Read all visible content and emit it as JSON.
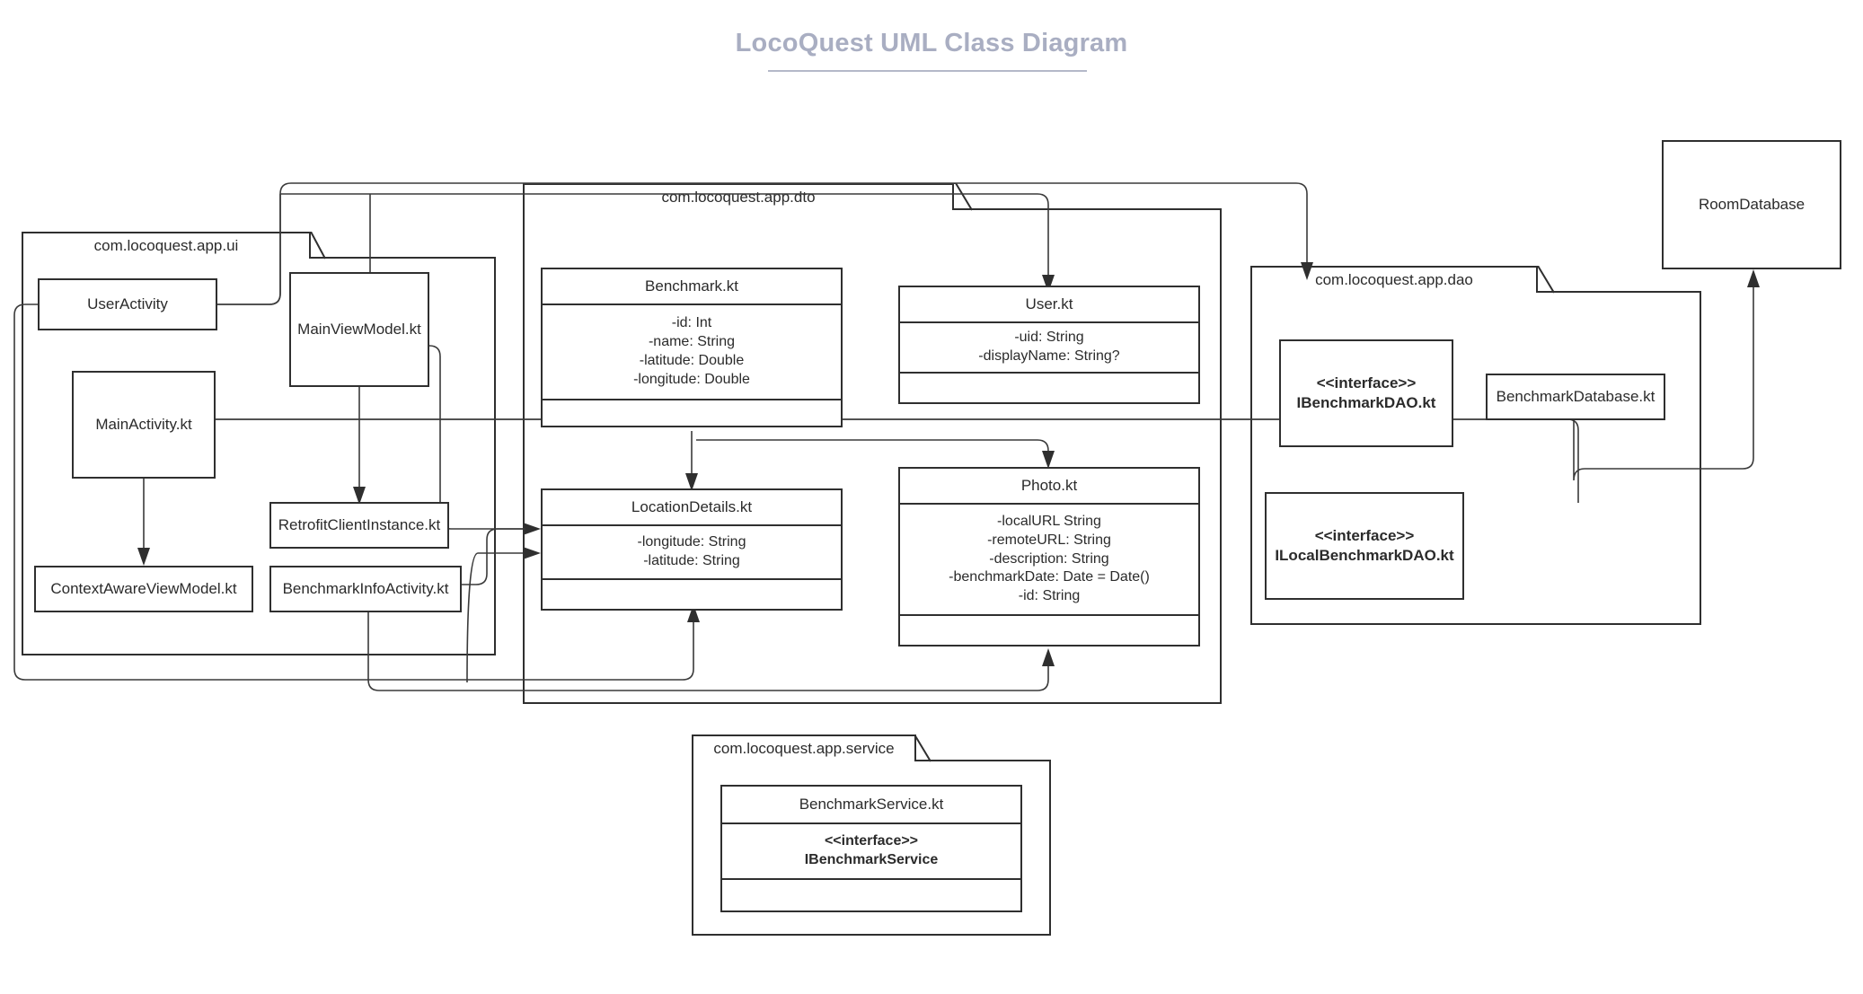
{
  "title": {
    "text": "LocoQuest UML Class Diagram",
    "color": "#a9aec2"
  },
  "diagram": {
    "type": "uml-class-diagram",
    "background": "#ffffff",
    "line_color": "#2f2f2f"
  },
  "packages": [
    {
      "id": "ui",
      "name": "com.locoquest.app.ui",
      "classes": [
        "UserActivity",
        "MainViewModel.kt",
        "MainActivity.kt",
        "RetrofitClientInstance.kt",
        "ContextAwareViewModel.kt",
        "BenchmarkInfoActivity.kt"
      ]
    },
    {
      "id": "dto",
      "name": "com.locoquest.app.dto",
      "classes": [
        "Benchmark.kt",
        "User.kt",
        "LocationDetails.kt",
        "Photo.kt"
      ]
    },
    {
      "id": "dao",
      "name": "com.locoquest.app.dao",
      "classes": [
        "IBenchmarkDAO.kt",
        "ILocalBenchmarkDAO.kt",
        "BenchmarkDatabase.kt"
      ]
    },
    {
      "id": "service",
      "name": "com.locoquest.app.service",
      "classes": [
        "BenchmarkService.kt"
      ]
    }
  ],
  "ui_package": {
    "label": "com.locoquest.app.ui",
    "user_activity": {
      "name": "UserActivity"
    },
    "main_view_model": {
      "name": "MainViewModel.kt"
    },
    "main_activity": {
      "name": "MainActivity.kt"
    },
    "retrofit_client_instance": {
      "name": "RetrofitClientInstance.kt"
    },
    "context_aware_view_model": {
      "name": "ContextAwareViewModel.kt"
    },
    "benchmark_info_activity": {
      "name": "BenchmarkInfoActivity.kt"
    }
  },
  "dto_package": {
    "label": "com.locoquest.app.dto",
    "benchmark": {
      "name": "Benchmark.kt",
      "attributes": "-id: Int\n-name: String\n-latitude: Double\n-longitude: Double",
      "methods": ""
    },
    "user": {
      "name": "User.kt",
      "attributes": "-uid: String\n-displayName: String?",
      "methods": ""
    },
    "location_details": {
      "name": "LocationDetails.kt",
      "attributes": "-longitude: String\n-latitude: String",
      "methods": ""
    },
    "photo": {
      "name": "Photo.kt",
      "attributes": "-localURL String\n-remoteURL: String\n-description: String\n-benchmarkDate: Date = Date()\n-id: String",
      "methods": ""
    }
  },
  "dao_package": {
    "label": "com.locoquest.app.dao",
    "ibenchmark_dao": {
      "stereotype": "<<interface>>",
      "name": "IBenchmarkDAO.kt"
    },
    "ilocal_benchmark_dao": {
      "stereotype": "<<interface>>",
      "name": "ILocalBenchmarkDAO.kt"
    },
    "benchmark_database": {
      "name": "BenchmarkDatabase.kt"
    }
  },
  "service_package": {
    "label": "com.locoquest.app.service",
    "benchmark_service": {
      "name": "BenchmarkService.kt",
      "stereotype": "<<interface>>",
      "interface_name": "IBenchmarkService",
      "methods": ""
    }
  },
  "external": {
    "room_database": {
      "name": "RoomDatabase"
    }
  }
}
